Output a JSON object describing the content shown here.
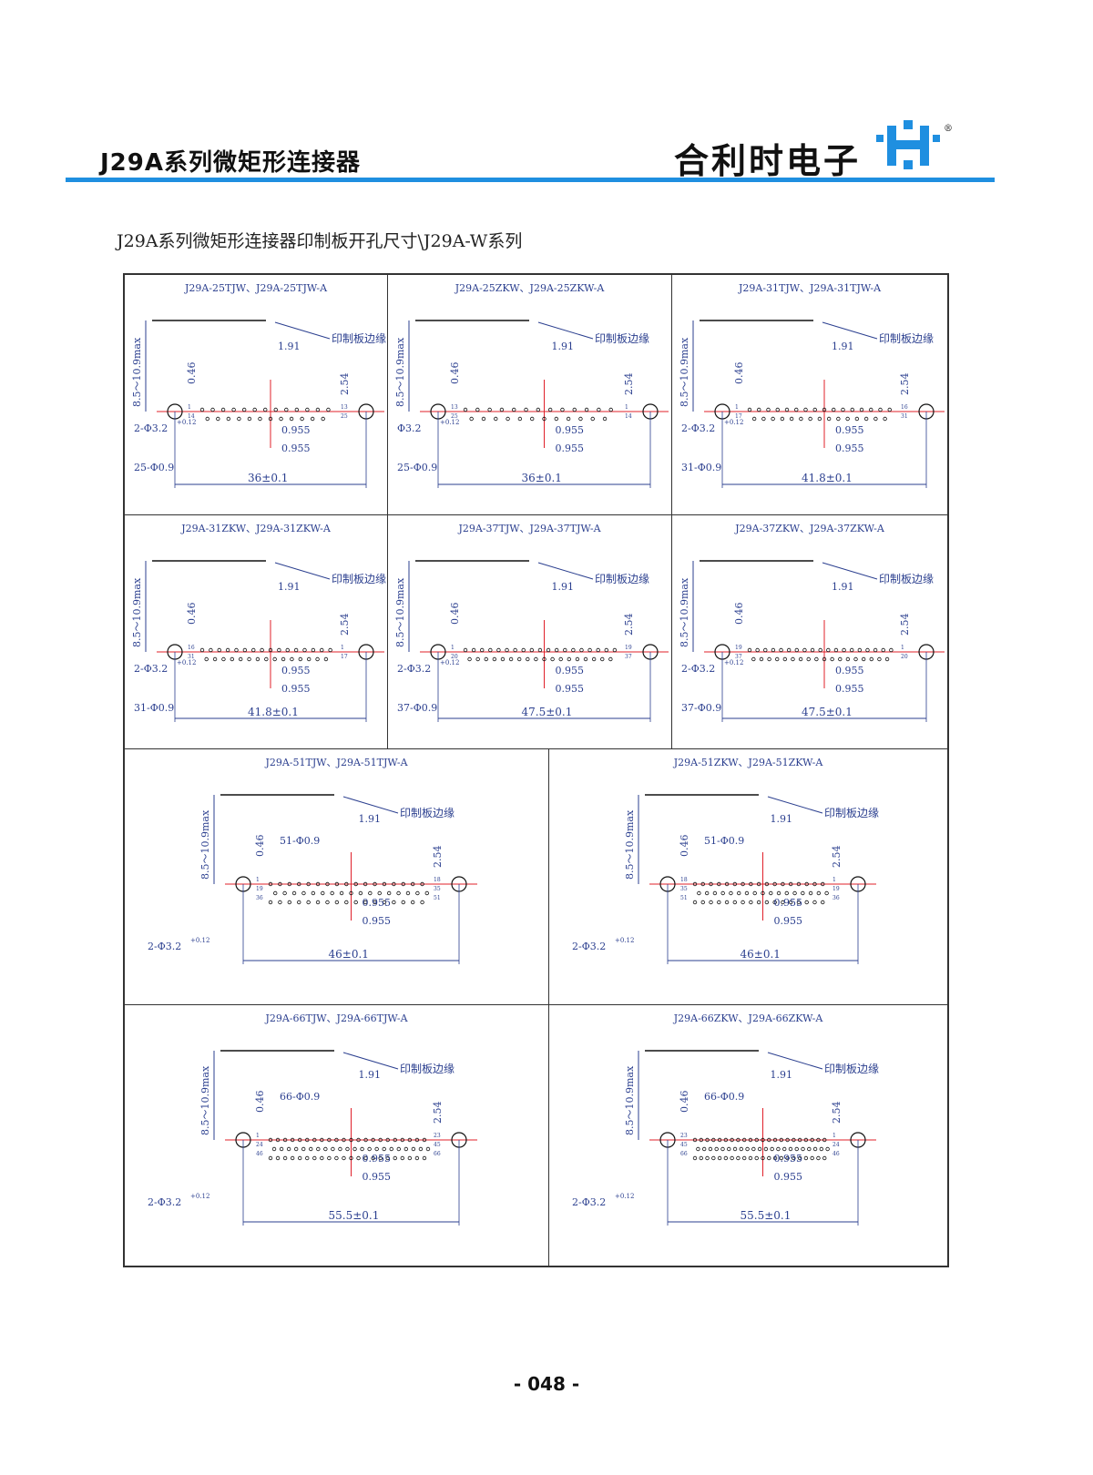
{
  "header": {
    "series_title": "J29A系列微矩形连接器",
    "company": "合利时电子",
    "registered_mark": "®"
  },
  "subtitle": "J29A系列微矩形连接器印制板开孔尺寸\\J29A-W系列",
  "page_number": "- 048 -",
  "colors": {
    "rule": "#1f8fe0",
    "dim": "#2b3f8f",
    "centerline": "#e0202a",
    "logo": "#1f8fe0"
  },
  "common_labels": {
    "pcb_edge": "印制板边缘",
    "mount_depth": "8.5～10.9max",
    "offset": "0.46",
    "pitch_y": "2.54",
    "pitch_x": "1.91",
    "half_pitch": "0.955",
    "tol": "+0.12"
  },
  "drawings": [
    {
      "title": "J29A-25TJW、J29A-25TJW-A",
      "width_label": "36±0.1",
      "hole_label": "2-Φ3.2",
      "pin_label": "25-Φ0.9",
      "pins": "25",
      "pin_nums": [
        "1",
        "13",
        "14",
        "25"
      ]
    },
    {
      "title": "J29A-25ZKW、J29A-25ZKW-A",
      "width_label": "36±0.1",
      "hole_label": "Φ3.2",
      "pin_label": "25-Φ0.9",
      "pins": "25",
      "pin_nums": [
        "13",
        "1",
        "25",
        "14"
      ]
    },
    {
      "title": "J29A-31TJW、J29A-31TJW-A",
      "width_label": "41.8±0.1",
      "hole_label": "2-Φ3.2",
      "pin_label": "31-Φ0.9",
      "pins": "31",
      "pin_nums": [
        "1",
        "16",
        "17",
        "31"
      ]
    },
    {
      "title": "J29A-31ZKW、J29A-31ZKW-A",
      "width_label": "41.8±0.1",
      "hole_label": "2-Φ3.2",
      "pin_label": "31-Φ0.9",
      "pins": "31",
      "pin_nums": [
        "16",
        "1",
        "31",
        "17"
      ]
    },
    {
      "title": "J29A-37TJW、J29A-37TJW-A",
      "width_label": "47.5±0.1",
      "hole_label": "2-Φ3.2",
      "pin_label": "37-Φ0.9",
      "pins": "37",
      "pin_nums": [
        "1",
        "19",
        "20",
        "37"
      ]
    },
    {
      "title": "J29A-37ZKW、J29A-37ZKW-A",
      "width_label": "47.5±0.1",
      "hole_label": "2-Φ3.2",
      "pin_label": "37-Φ0.9",
      "pins": "37",
      "pin_nums": [
        "19",
        "1",
        "37",
        "20"
      ]
    },
    {
      "title": "J29A-51TJW、J29A-51TJW-A",
      "width_label": "46±0.1",
      "hole_label": "2-Φ3.2",
      "pin_label": "51-Φ0.9",
      "pins": "51",
      "pin_nums": [
        "1",
        "18",
        "19",
        "35",
        "36",
        "51"
      ]
    },
    {
      "title": "J29A-51ZKW、J29A-51ZKW-A",
      "width_label": "46±0.1",
      "hole_label": "2-Φ3.2",
      "pin_label": "51-Φ0.9",
      "pins": "51",
      "pin_nums": [
        "18",
        "1",
        "35",
        "19",
        "51",
        "36"
      ]
    },
    {
      "title": "J29A-66TJW、J29A-66TJW-A",
      "width_label": "55.5±0.1",
      "hole_label": "2-Φ3.2",
      "pin_label": "66-Φ0.9",
      "pins": "66",
      "pin_nums": [
        "1",
        "23",
        "24",
        "45",
        "46",
        "66"
      ]
    },
    {
      "title": "J29A-66ZKW、J29A-66ZKW-A",
      "width_label": "55.5±0.1",
      "hole_label": "2-Φ3.2",
      "pin_label": "66-Φ0.9",
      "pins": "66",
      "pin_nums": [
        "23",
        "1",
        "45",
        "24",
        "66",
        "46"
      ]
    }
  ]
}
